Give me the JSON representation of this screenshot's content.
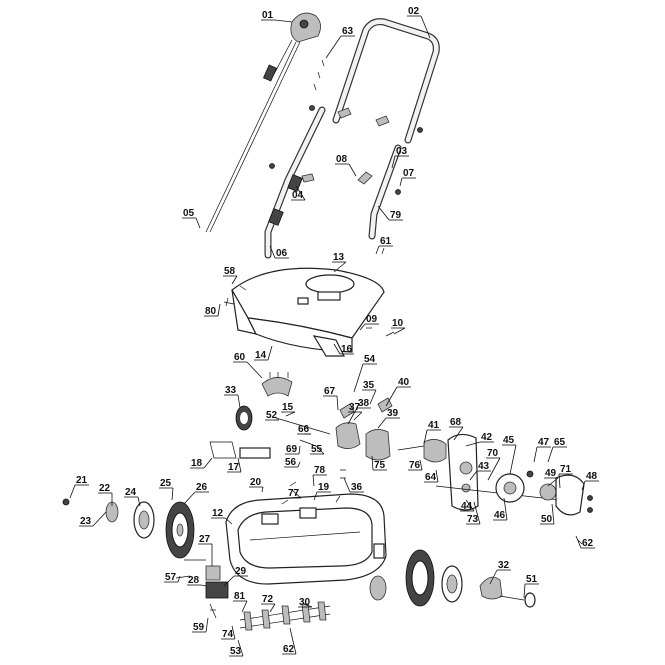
{
  "diagram": {
    "type": "exploded-parts-diagram",
    "labels": [
      "01",
      "02",
      "03",
      "04",
      "05",
      "06",
      "07",
      "08",
      "09",
      "10",
      "12",
      "13",
      "14",
      "15",
      "16",
      "17",
      "18",
      "19",
      "20",
      "21",
      "22",
      "23",
      "24",
      "25",
      "26",
      "27",
      "28",
      "29",
      "30",
      "32",
      "33",
      "35",
      "36",
      "37",
      "38",
      "39",
      "40",
      "41",
      "42",
      "43",
      "44",
      "45",
      "46",
      "47",
      "48",
      "49",
      "50",
      "51",
      "52",
      "53",
      "54",
      "55",
      "56",
      "57",
      "58",
      "59",
      "60",
      "61",
      "62",
      "62",
      "63",
      "64",
      "65",
      "66",
      "67",
      "68",
      "69",
      "70",
      "71",
      "72",
      "73",
      "74",
      "75",
      "76",
      "77",
      "78",
      "79",
      "80",
      "81"
    ]
  },
  "colors": {
    "line": "#111111",
    "fill": "#ffffff",
    "shade": "#bdbdbd"
  }
}
